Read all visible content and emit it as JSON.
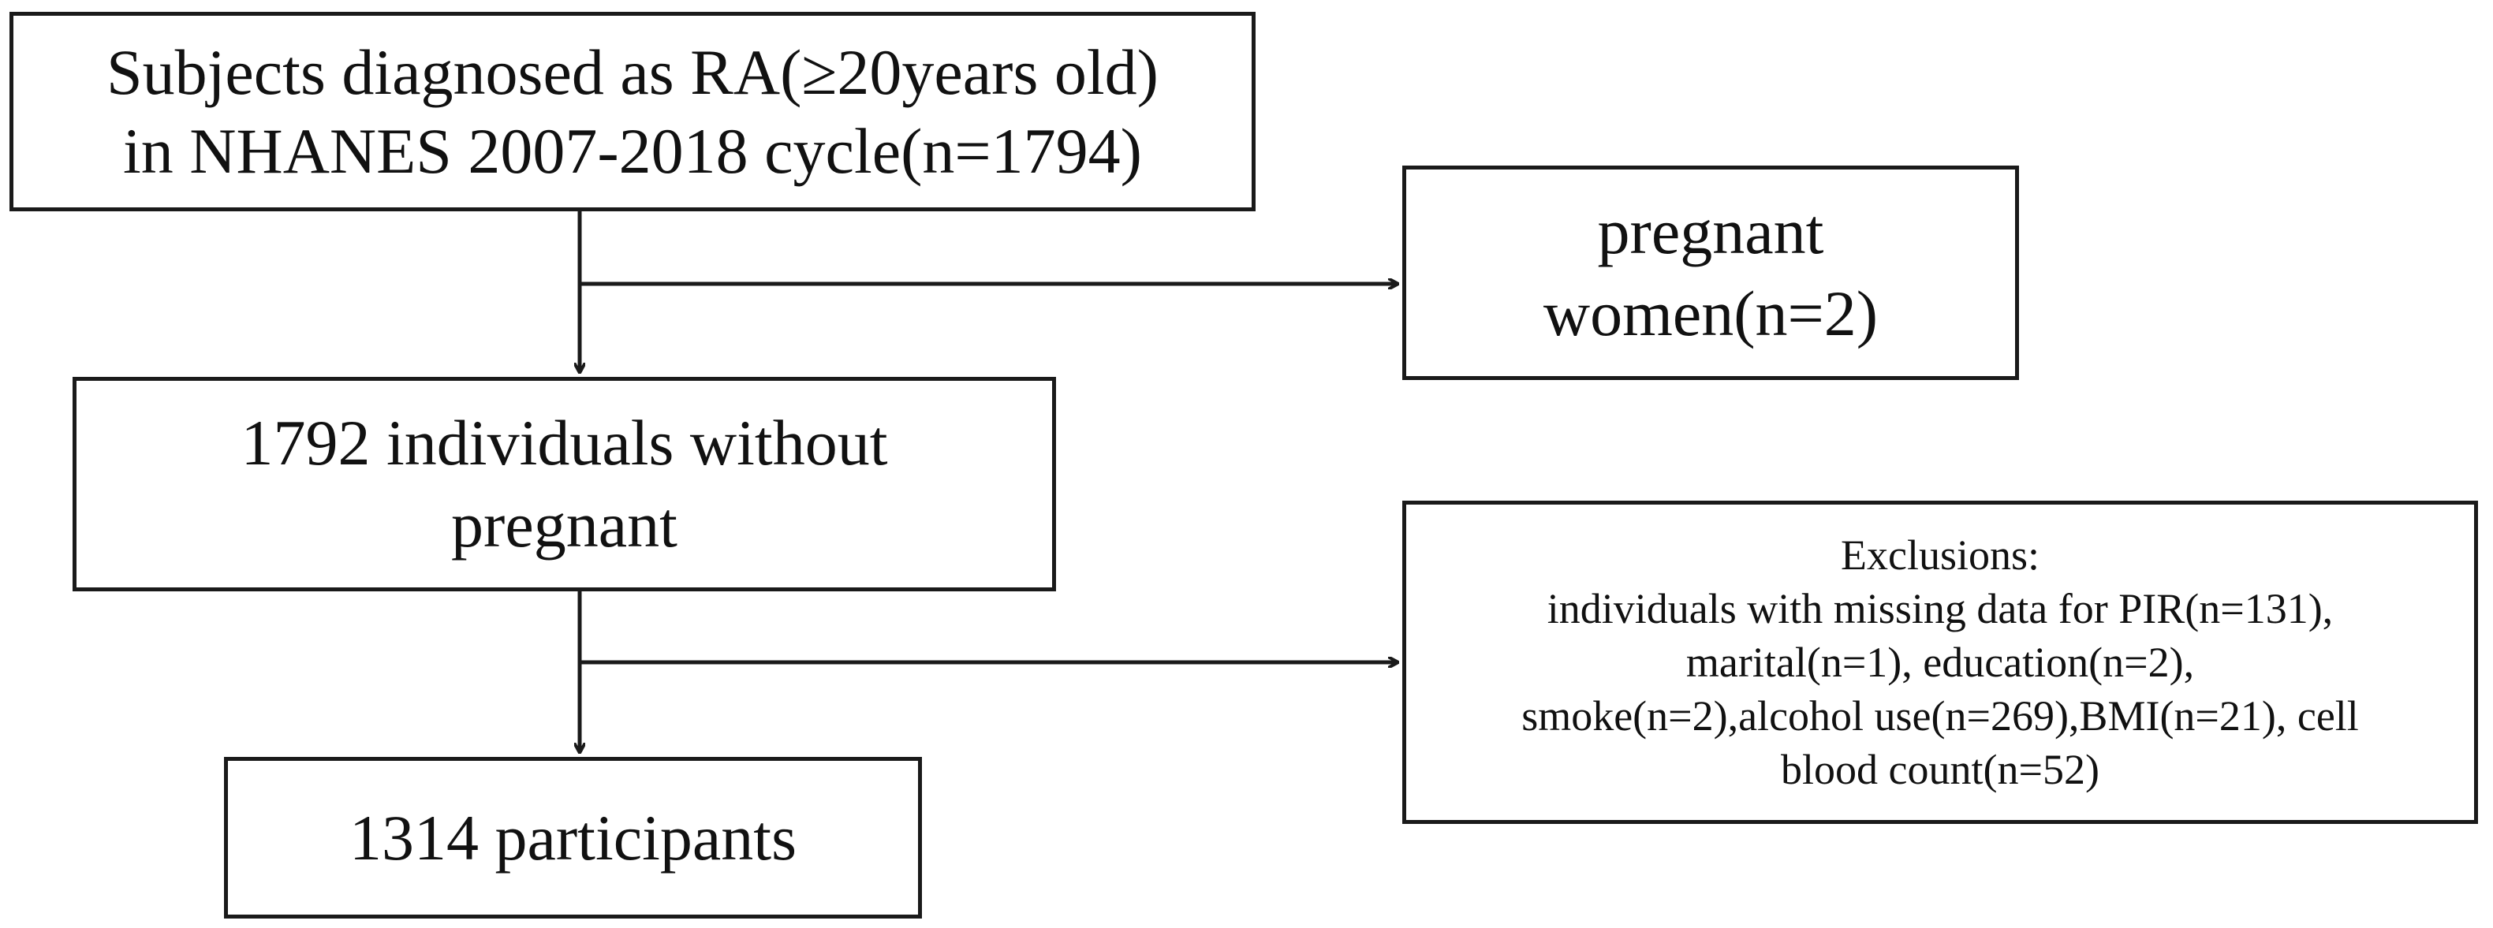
{
  "flow": {
    "source": {
      "lines": [
        "Subjects diagnosed as RA(≥20years old)",
        "in NHANES 2007-2018 cycle(n=1794)"
      ]
    },
    "excluded_pregnant": {
      "lines": [
        "pregnant",
        "women(n=2)"
      ]
    },
    "after_pregnant": {
      "lines": [
        "1792 individuals without",
        "pregnant"
      ]
    },
    "exclusions": {
      "lines": [
        "Exclusions:",
        "individuals with missing data for PIR(n=131),",
        "marital(n=1), education(n=2),",
        "smoke(n=2),alcohol use(n=269),BMI(n=21), cell",
        "blood count(n=52)"
      ]
    },
    "final": {
      "lines": [
        "1314 participants"
      ]
    }
  }
}
